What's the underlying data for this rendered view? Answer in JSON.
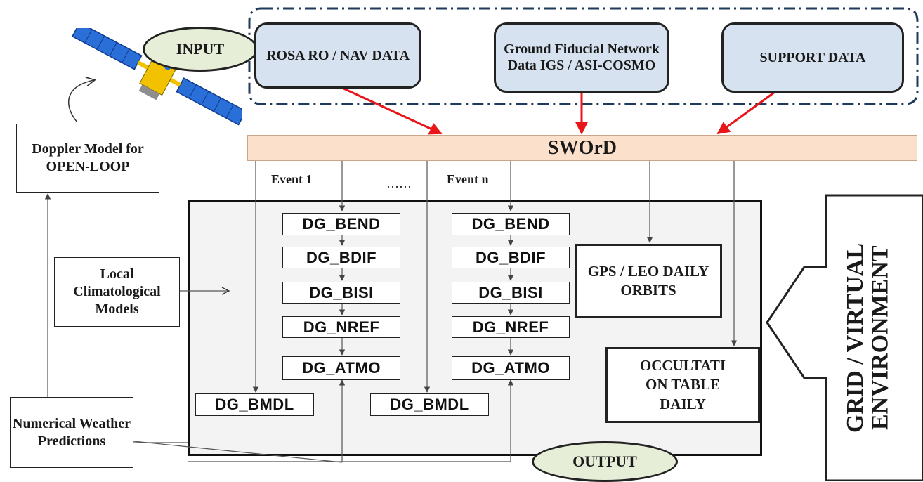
{
  "input_label": "INPUT",
  "output_label": "OUTPUT",
  "inputs": [
    {
      "text": "ROSA RO / NAV DATA"
    },
    {
      "text": "Ground Fiducial Network Data IGS / ASI-COSMO"
    },
    {
      "text": "SUPPORT DATA"
    }
  ],
  "central": "SWOrD",
  "events": {
    "first": "Event 1",
    "dots": "……",
    "last": "Event n"
  },
  "modules": {
    "bend": "DG_BEND",
    "bdif": "DG_BDIF",
    "bisi": "DG_BISI",
    "nref": "DG_NREF",
    "atmo": "DG_ATMO",
    "bmdl": "DG_BMDL"
  },
  "orbits": "GPS / LEO DAILY ORBITS",
  "occultation": "OCCULTATI ON TABLE DAILY",
  "grid": "GRID / VIRTUAL ENVIRONMENT",
  "side": {
    "doppler": "Doppler Model for OPEN-LOOP",
    "climate": "Local Climatological Models",
    "nwp": "Numerical Weather Predictions"
  },
  "colors": {
    "input_fill": "#d7e2f0",
    "bar_fill": "#fbe1cc",
    "oval_fill": "#e7eed8",
    "arrow_red": "#e8161b",
    "main_fill": "#f3f3f3"
  }
}
